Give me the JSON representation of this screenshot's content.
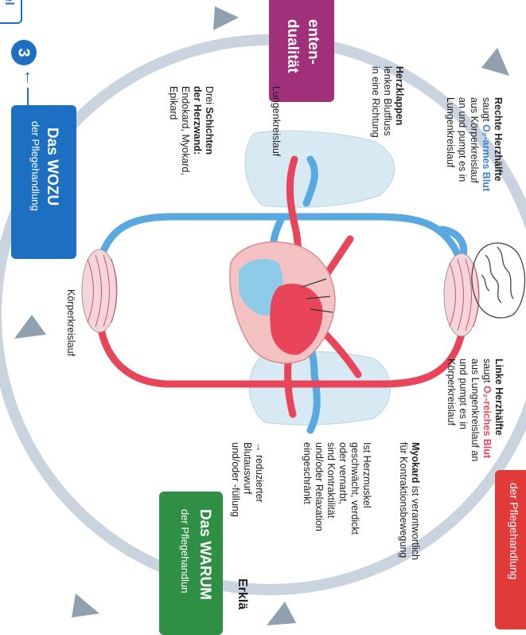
{
  "level_tab": {
    "prefix": "el",
    "number": "3"
  },
  "boxes": {
    "wozu": {
      "title": "Das WOZU",
      "subtitle": "der Pflegehandlung",
      "color": "#1d6fc2"
    },
    "individualitaet": {
      "line1": "enten-",
      "line2": "dualität",
      "color": "#a0307a"
    },
    "warum": {
      "title": "Das WARUM",
      "subtitle": "der Pflegehandlun",
      "color": "#2f8f45"
    },
    "red_tab": {
      "subtitle": "der Pflegehandlung",
      "color": "#e03a3a"
    }
  },
  "bottom_right_label": "Erklä",
  "labels": {
    "lungenkreislauf": "Lungenkreislauf",
    "koerperkreislauf": "Körperkreislauf"
  },
  "annotations": {
    "rechte": {
      "heading": "Rechte Herzhälfte",
      "line2_pre": "saugt ",
      "line2_hl": "O₂-armes Blut",
      "line3": "aus Körperkreislauf",
      "line4": "an und pumpt es in",
      "line5": "Lungenkreislauf"
    },
    "linke": {
      "heading": "Linke Herzhälfte",
      "line2_pre": "saugt ",
      "line2_hl": "O₂-reiches Blut",
      "line3": "aus Lungenkreislauf an",
      "line4": "und pumpt es in",
      "line5": "Körperkreislauf"
    },
    "herzklappen": {
      "heading": "Herzklappen",
      "line2": "lenken Blutfluss",
      "line3": "in eine Richtung"
    },
    "schichten": {
      "line1_pre": "Drei ",
      "line1_b": "Schichten",
      "line2": "der Herzwand:",
      "line3": "Endokard, Myokard,",
      "line4": "Epikard"
    },
    "myokard": {
      "heading": "Myokard",
      "line1_rest": " ist verantwortlich",
      "line2": "für Kontraktionsbewegung"
    },
    "herzmuskel": {
      "line1": "Ist Herzmuskel",
      "line2": "geschwächt, verdickt",
      "line3": "oder vernarbt,",
      "line4": "sind Kontraktilität",
      "line5": "und/oder Relaxation",
      "line6": "eingeschränkt"
    },
    "folge": {
      "line1": "→ reduzierter",
      "line2": "Blutauswurf",
      "line3": "und/oder -füllung"
    }
  },
  "colors": {
    "o2_poor": "#5aa8e0",
    "o2_rich": "#e8455a",
    "lung": "#d7eaf4",
    "ring": "#c9d4de"
  }
}
